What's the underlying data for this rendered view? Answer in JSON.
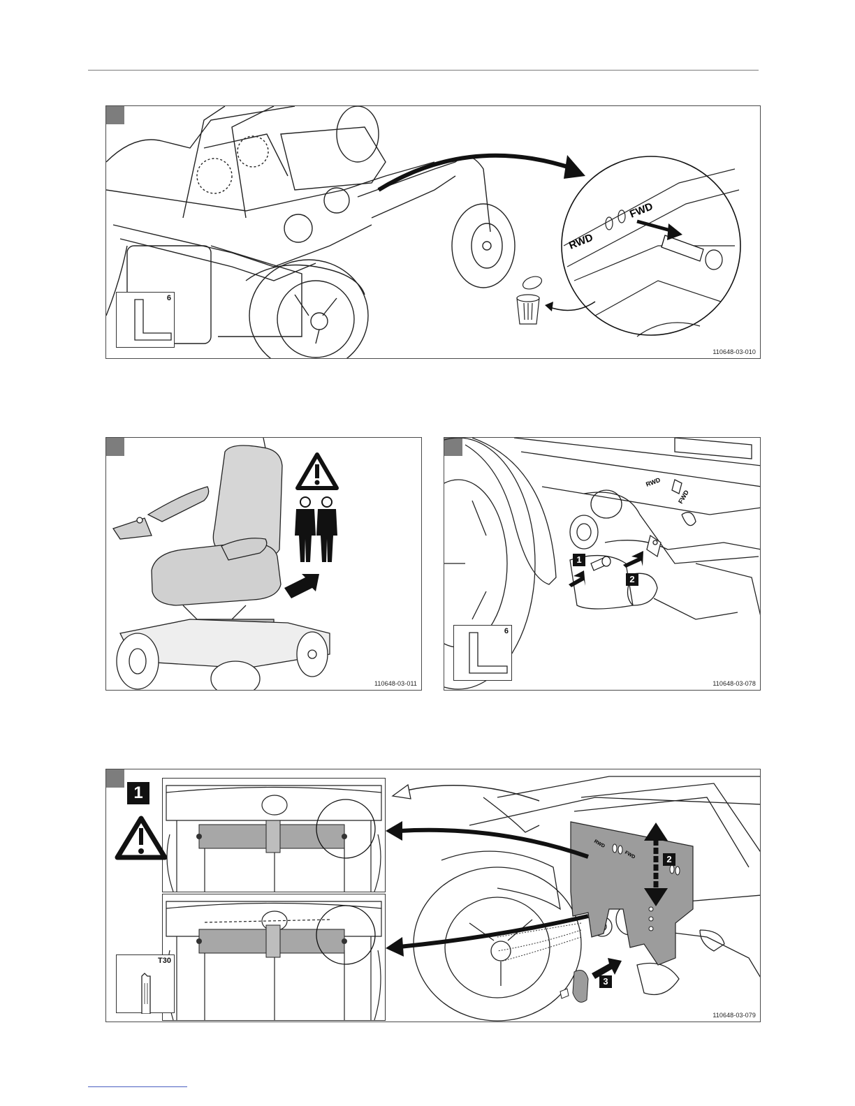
{
  "figures": [
    {
      "code": "110648-03-010",
      "tool_size": "6",
      "labels": [
        "RWD",
        "FWD"
      ]
    },
    {
      "code": "110648-03-011"
    },
    {
      "code": "110648-03-078",
      "tool_size": "6",
      "labels": [
        "RWD",
        "FWD"
      ],
      "steps": [
        "1",
        "2"
      ]
    },
    {
      "code": "110648-03-079",
      "tool_size": "T30",
      "labels": [
        "RWD",
        "FWD"
      ],
      "steps": [
        "1",
        "2",
        "3"
      ]
    }
  ]
}
